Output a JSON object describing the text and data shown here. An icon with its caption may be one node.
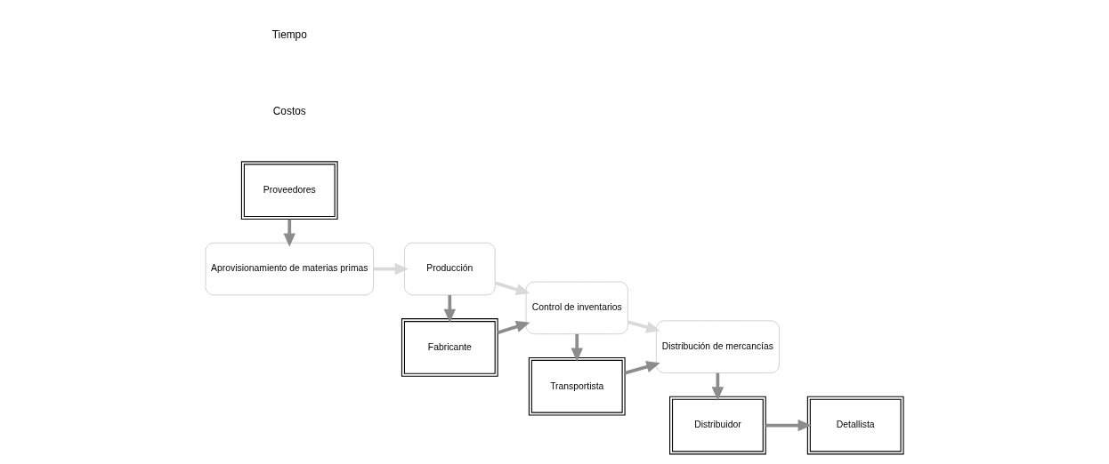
{
  "diagram": {
    "nodes": [
      {
        "text": [
          "Proveedores"
        ]
      },
      {
        "text": [
          "Aprovisionamiento de materias primas"
        ]
      },
      {
        "text": [
          "Producción"
        ]
      },
      {
        "text": [
          "Fabricante"
        ]
      },
      {
        "text": [
          "Control de inventarios"
        ]
      },
      {
        "text": [
          "Transportista"
        ]
      },
      {
        "text": [
          "Distribución de mercancías"
        ]
      },
      {
        "text": [
          "Distribuidor"
        ]
      },
      {
        "text": [
          "Detallista"
        ]
      }
    ],
    "edges": [
      {
        "from": 0,
        "to": 1,
        "arrow": "to"
      },
      {
        "from": 1,
        "to": 2,
        "arrow": "to",
        "color": "#d9d9d9"
      },
      {
        "from": 2,
        "to": 3,
        "arrow": "to"
      },
      {
        "from": 3,
        "to": 4,
        "arrow": "to"
      },
      {
        "from": 2,
        "to": 4,
        "arrow": "to",
        "color": "#d9d9d9"
      },
      {
        "from": 4,
        "to": 5,
        "arrow": "to"
      },
      {
        "from": 5,
        "to": 6,
        "arrow": "to"
      },
      {
        "from": 4,
        "to": 6,
        "arrow": "to",
        "color": "#d9d9d9"
      },
      {
        "from": 6,
        "to": 7,
        "arrow": "to"
      },
      {
        "from": 7,
        "to": 8,
        "arrow": "to"
      }
    ],
    "labels": [
      "Costos",
      "Tiempo"
    ]
  }
}
